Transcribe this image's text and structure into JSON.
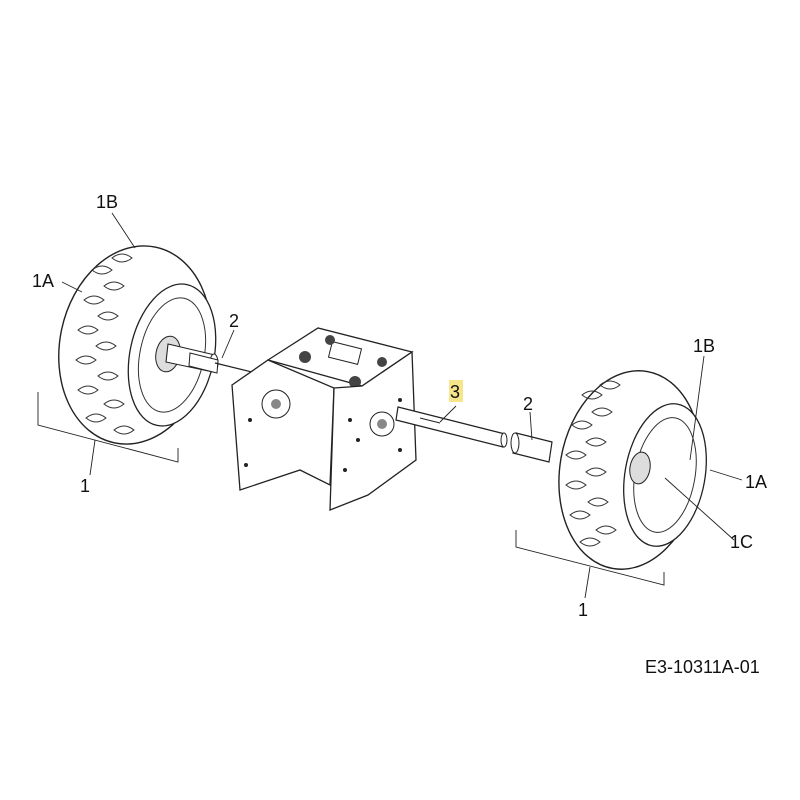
{
  "callouts": {
    "left_wheel_1": "1",
    "left_wheel_1A": "1A",
    "left_wheel_1B": "1B",
    "left_spacer_2": "2",
    "axle_3": "3",
    "right_spacer_2": "2",
    "right_wheel_1B": "1B",
    "right_wheel_1A": "1A",
    "right_wheel_1C": "1C",
    "right_wheel_1": "1"
  },
  "drawing_id": "E3-10311A-01",
  "colors": {
    "line": "#222222",
    "highlight": "#f6e58a",
    "background": "#ffffff"
  }
}
